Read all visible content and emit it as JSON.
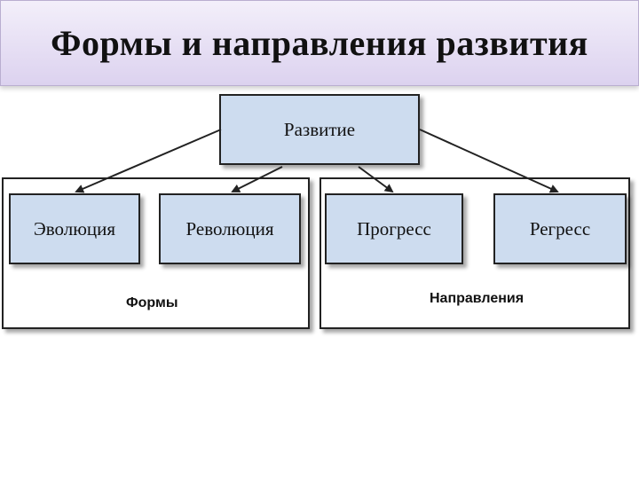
{
  "title": "Формы и направления развития",
  "root": "Развитие",
  "forms": {
    "label": "Формы",
    "items": [
      "Эволюция",
      "Революция"
    ]
  },
  "directions": {
    "label": "Направления",
    "items": [
      "Прогресс",
      "Регресс"
    ]
  },
  "colors": {
    "title_bg": "#dcd2ef",
    "node_fill": "#cddcef",
    "border": "#222222"
  }
}
